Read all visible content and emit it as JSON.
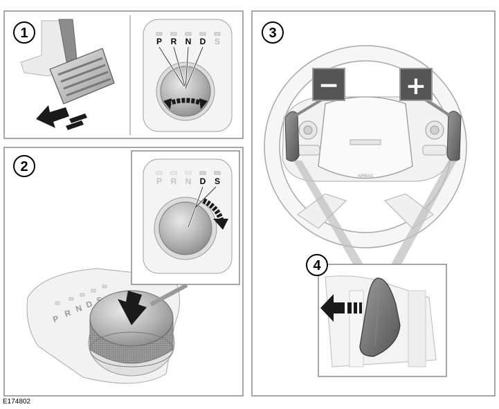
{
  "callouts": [
    "1",
    "2",
    "3",
    "4"
  ],
  "gear_positions": [
    "P",
    "R",
    "N",
    "D",
    "S"
  ],
  "paddle_minus": "−",
  "paddle_plus": "+",
  "airbag_text": "AIRBAG",
  "reference_code": "E174802",
  "colors": {
    "panel_border": "#8a8a8a",
    "dial": "#b8b8b8",
    "arrow": "#1a1a1a",
    "paddle": "#6e6e6e"
  }
}
